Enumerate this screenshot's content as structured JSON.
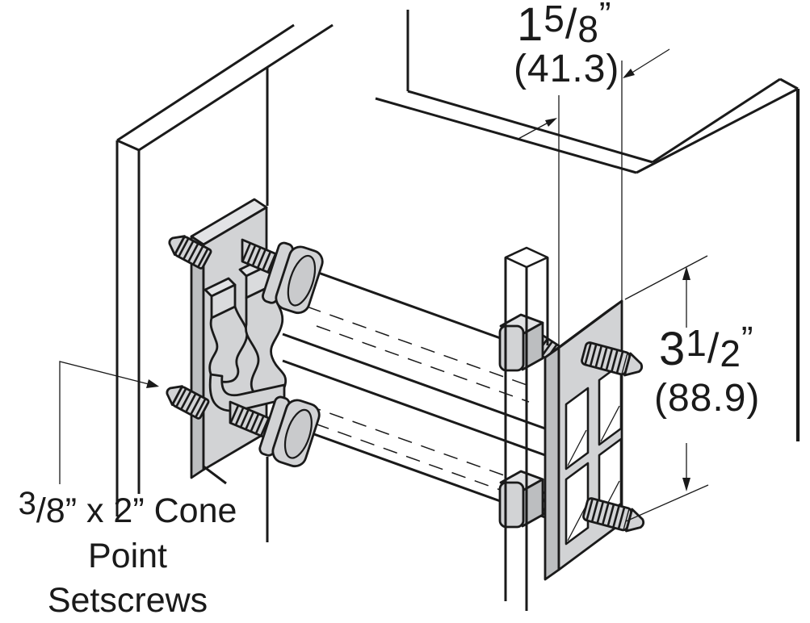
{
  "figure": {
    "type": "technical-illustration",
    "description": "Isometric detail drawing of a post clamp bracket assembly: two gray clamp plates joined by through-bolts and square tubes, fastened to square posts with cone point setscrews",
    "colors": {
      "line": "#1a1a1a",
      "metal": "#d2d3d5",
      "metal_light": "#e2e3e5",
      "metal_dark": "#bcbec0",
      "background": "#ffffff"
    },
    "dimensions": {
      "width": {
        "whole": "1",
        "numerator": "5",
        "slash": "/",
        "denominator": "8",
        "unit": "”",
        "metric": "(41.3)"
      },
      "height": {
        "whole": "3",
        "numerator": "1",
        "slash": "/",
        "denominator": "2",
        "unit": "”",
        "metric": "(88.9)"
      }
    },
    "callout": {
      "numerator": "3",
      "slash": "/",
      "rest": "8” x 2” Cone",
      "line2": "Point",
      "line3": "Setscrews"
    }
  }
}
